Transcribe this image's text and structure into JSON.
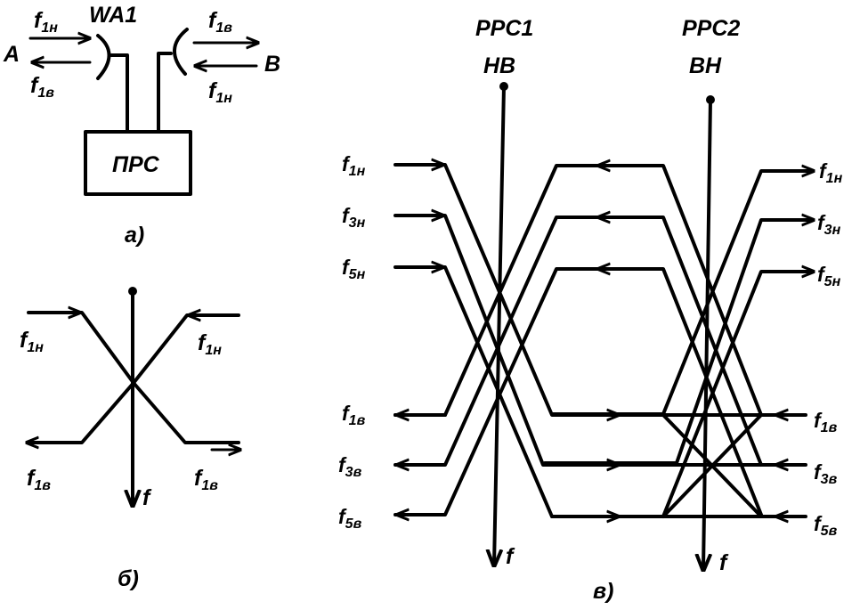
{
  "panel_a": {
    "antenna": "WA1",
    "station": "ПРС",
    "side_left": "A",
    "side_right": "B",
    "sig_left_top": {
      "f": "f",
      "sub": "1н"
    },
    "sig_left_bottom": {
      "f": "f",
      "sub": "1в"
    },
    "sig_right_top": {
      "f": "f",
      "sub": "1в"
    },
    "sig_right_bottom": {
      "f": "f",
      "sub": "1н"
    },
    "caption": "а)"
  },
  "panel_b": {
    "sig_tl": {
      "f": "f",
      "sub": "1н"
    },
    "sig_tr": {
      "f": "f",
      "sub": "1н"
    },
    "sig_bl": {
      "f": "f",
      "sub": "1в"
    },
    "sig_br": {
      "f": "f",
      "sub": "1в"
    },
    "axis": "f",
    "caption": "б)"
  },
  "panel_c": {
    "station1": "РРС1",
    "station1_mode": "НВ",
    "station2": "РРС2",
    "station2_mode": "ВН",
    "left_top": [
      {
        "f": "f",
        "sub": "1н"
      },
      {
        "f": "f",
        "sub": "3н"
      },
      {
        "f": "f",
        "sub": "5н"
      }
    ],
    "left_bottom": [
      {
        "f": "f",
        "sub": "1в"
      },
      {
        "f": "f",
        "sub": "3в"
      },
      {
        "f": "f",
        "sub": "5в"
      }
    ],
    "right_top": [
      {
        "f": "f",
        "sub": "1н"
      },
      {
        "f": "f",
        "sub": "3н"
      },
      {
        "f": "f",
        "sub": "5н"
      }
    ],
    "right_bottom": [
      {
        "f": "f",
        "sub": "1в"
      },
      {
        "f": "f",
        "sub": "3в"
      },
      {
        "f": "f",
        "sub": "5в"
      }
    ],
    "axis1": "f",
    "axis2": "f",
    "caption": "в)"
  }
}
